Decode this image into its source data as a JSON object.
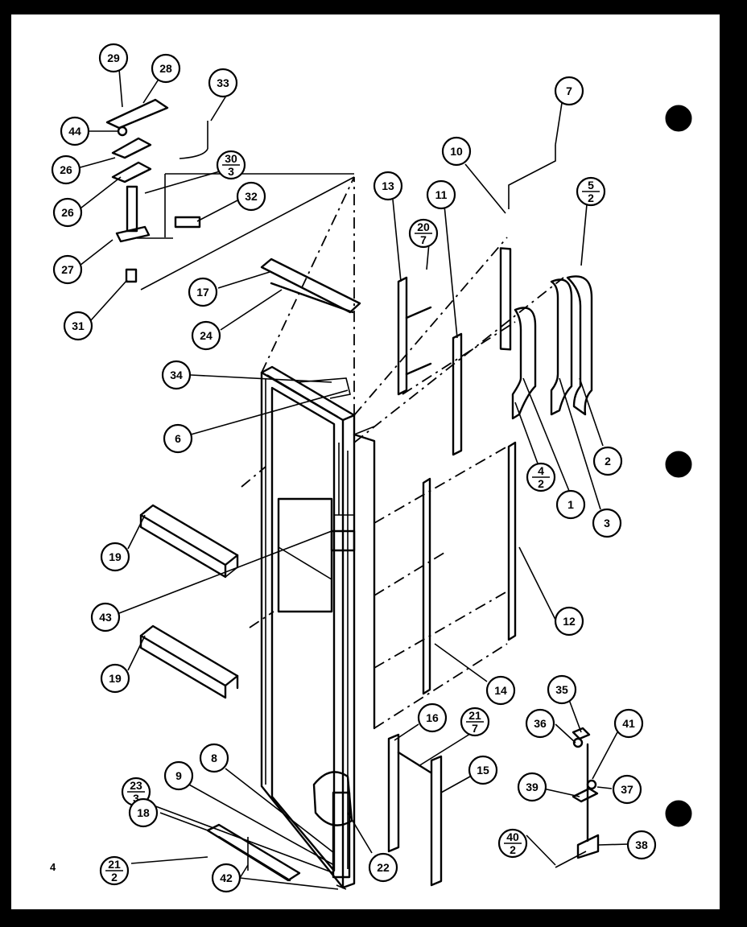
{
  "page_number": "4",
  "callouts": [
    {
      "id": "c29",
      "label": "29"
    },
    {
      "id": "c28",
      "label": "28"
    },
    {
      "id": "c44",
      "label": "44"
    },
    {
      "id": "c26",
      "label": "26"
    },
    {
      "id": "c26b",
      "label": "26"
    },
    {
      "id": "c27",
      "label": "27"
    },
    {
      "id": "c31",
      "label": "31"
    },
    {
      "id": "c33",
      "label": "33"
    },
    {
      "id": "c30",
      "label": "30",
      "sub": "3"
    },
    {
      "id": "c32",
      "label": "32"
    },
    {
      "id": "c17",
      "label": "17"
    },
    {
      "id": "c24",
      "label": "24"
    },
    {
      "id": "c34",
      "label": "34"
    },
    {
      "id": "c6",
      "label": "6"
    },
    {
      "id": "c19a",
      "label": "19"
    },
    {
      "id": "c43",
      "label": "43"
    },
    {
      "id": "c19b",
      "label": "19"
    },
    {
      "id": "c13",
      "label": "13"
    },
    {
      "id": "c20",
      "label": "20",
      "sub": "7"
    },
    {
      "id": "c11",
      "label": "11"
    },
    {
      "id": "c10",
      "label": "10"
    },
    {
      "id": "c7",
      "label": "7"
    },
    {
      "id": "c5",
      "label": "5",
      "sub": "2"
    },
    {
      "id": "c4",
      "label": "4",
      "sub": "2"
    },
    {
      "id": "c1",
      "label": "1"
    },
    {
      "id": "c3",
      "label": "3"
    },
    {
      "id": "c2",
      "label": "2"
    },
    {
      "id": "c12",
      "label": "12"
    },
    {
      "id": "c14",
      "label": "14"
    },
    {
      "id": "c16",
      "label": "16"
    },
    {
      "id": "c21a",
      "label": "21",
      "sub": "7"
    },
    {
      "id": "c15",
      "label": "15"
    },
    {
      "id": "c35",
      "label": "35"
    },
    {
      "id": "c36",
      "label": "36"
    },
    {
      "id": "c41",
      "label": "41"
    },
    {
      "id": "c39",
      "label": "39"
    },
    {
      "id": "c37",
      "label": "37"
    },
    {
      "id": "c40",
      "label": "40",
      "sub": "2"
    },
    {
      "id": "c38",
      "label": "38"
    },
    {
      "id": "c8",
      "label": "8"
    },
    {
      "id": "c9",
      "label": "9"
    },
    {
      "id": "c23",
      "label": "23",
      "sub": "3"
    },
    {
      "id": "c18",
      "label": "18"
    },
    {
      "id": "c21b",
      "label": "21",
      "sub": "2"
    },
    {
      "id": "c42",
      "label": "42"
    },
    {
      "id": "c22",
      "label": "22"
    }
  ]
}
